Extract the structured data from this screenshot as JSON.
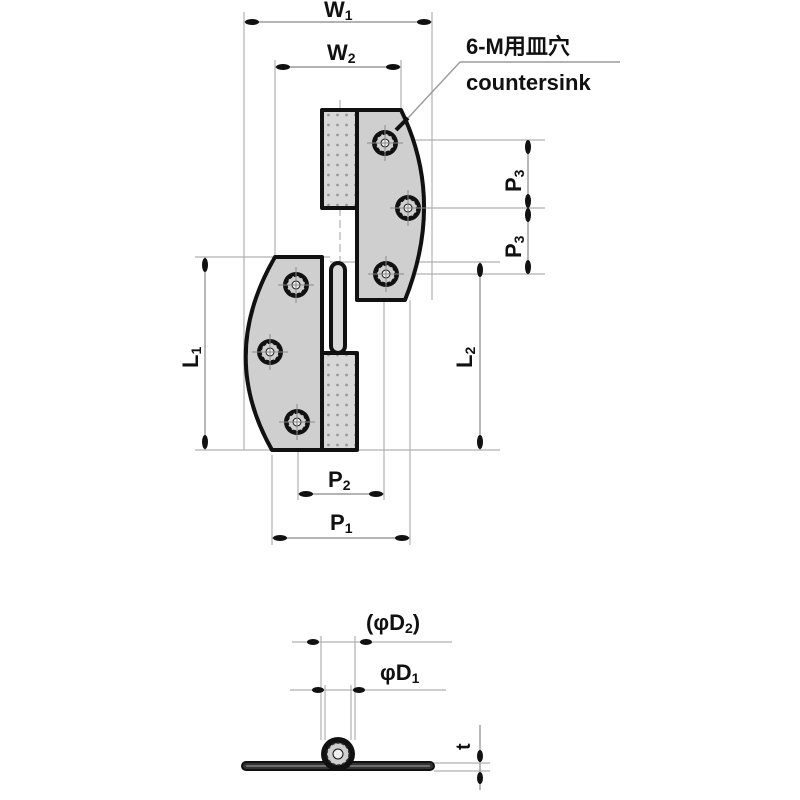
{
  "diagram": {
    "title": "Hinge dimension drawing",
    "top_view": {
      "labels": {
        "w1": "W",
        "w1_sub": "1",
        "w2": "W",
        "w2_sub": "2",
        "countersink_jp": "6-M用皿穴",
        "countersink_en": "countersink",
        "p3_upper": "P",
        "p3_upper_sub": "3",
        "p3_lower": "P",
        "p3_lower_sub": "3",
        "l1": "L",
        "l1_sub": "1",
        "l2": "L",
        "l2_sub": "2",
        "p2": "P",
        "p2_sub": "2",
        "p1": "P",
        "p1_sub": "1"
      },
      "holes": 6
    },
    "side_view": {
      "labels": {
        "d2": "(φD",
        "d2_sub": "2",
        "d2_close": ")",
        "d1": "φD",
        "d1_sub": "1",
        "t": "t"
      }
    },
    "colors": {
      "outline": "#111111",
      "leaf_fill": "#cfcfcf",
      "dimension_line": "#9a9a9a"
    }
  }
}
